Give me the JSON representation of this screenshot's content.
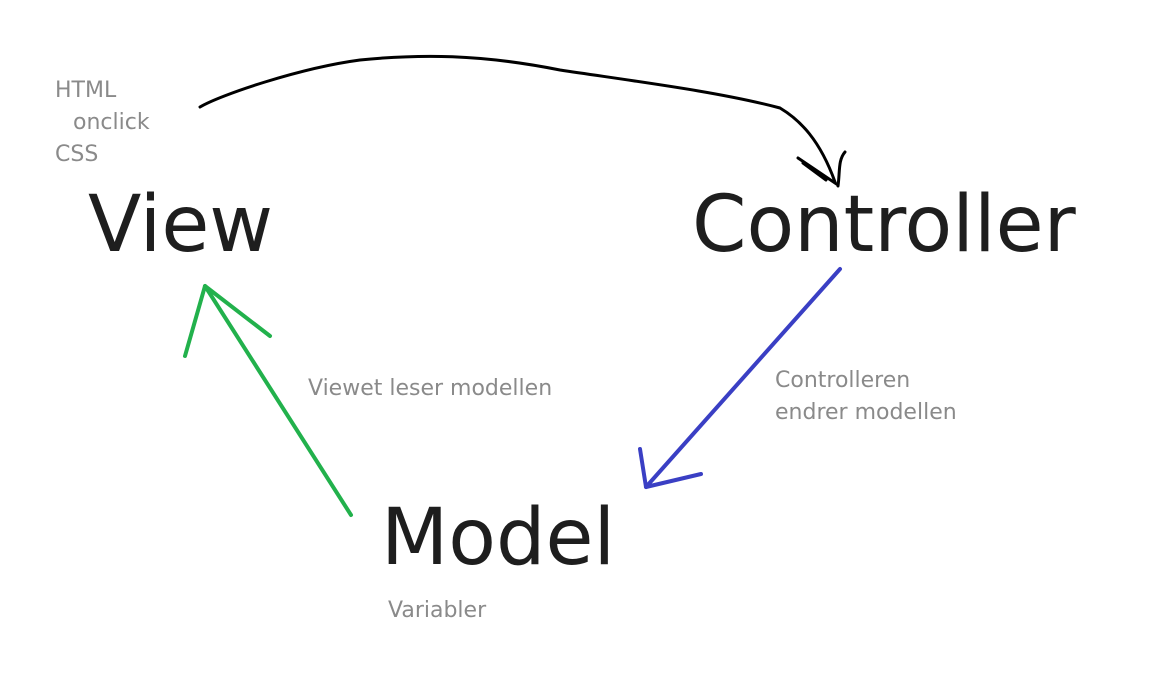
{
  "nodes": {
    "view": "View",
    "controller": "Controller",
    "model": "Model"
  },
  "notes": {
    "view_tech": [
      "HTML",
      "onclick",
      "CSS"
    ],
    "model_note": "Variabler"
  },
  "edges": {
    "view_to_controller": {
      "label": "",
      "color": "#000000"
    },
    "controller_to_model": {
      "label_lines": [
        "Controlleren",
        "endrer modellen"
      ],
      "color": "#3a3fc4"
    },
    "model_to_view": {
      "label": "Viewet leser modellen",
      "color": "#22b14c"
    }
  }
}
